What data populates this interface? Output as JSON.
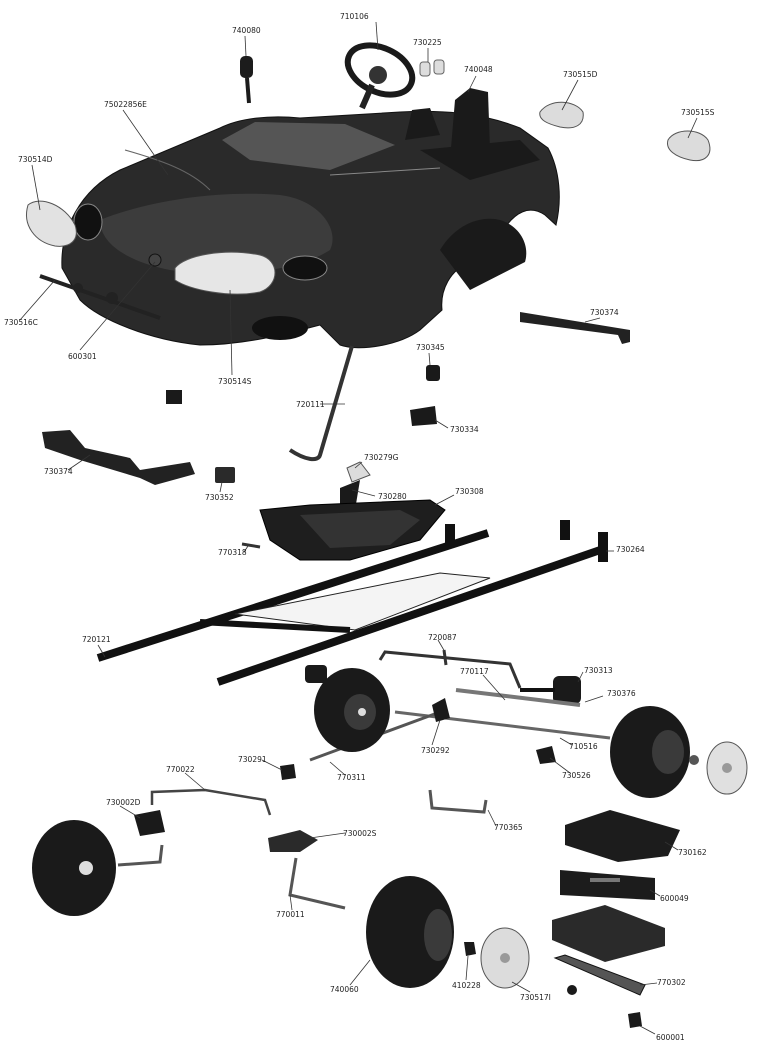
{
  "labels": {
    "steering_wheel": "710106",
    "mirror": "740080",
    "bulb": "730225",
    "seat": "740048",
    "body": "75022856E",
    "mirror_glass_r": "730515D",
    "mirror_glass_l": "730515S",
    "headlight_r": "730514D",
    "bumper": "730516C",
    "emblem": "600301",
    "headlight_l": "730514S",
    "rear_bracket": "730374",
    "rear_bracket_2": "730374",
    "spacer": "730345",
    "shift_rod": "720111",
    "latch": "730334",
    "shifter": "730279G",
    "pedal": "730280",
    "floor_pan": "730308",
    "clip": "730352",
    "screw": "770318",
    "chassis_bracket": "730264",
    "side_rail": "720121",
    "tie_rod": "720087",
    "steering_arm": "770117",
    "gearbox": "730313",
    "axle_bushing": "730376",
    "kingpin_pin": "730292",
    "rear_axle": "710516",
    "bolt": "730291",
    "axle_rod": "770311",
    "motor_mount": "730526",
    "front_axle": "770022",
    "knuckle_r": "730002D",
    "axle_bar": "770365",
    "knuckle_l": "730002S",
    "battery_lid": "730162",
    "axle_l": "770011",
    "battery": "600049",
    "wheel": "740060",
    "nut": "410228",
    "hubcap": "730517I",
    "strap": "770302",
    "fuse": "600001"
  }
}
